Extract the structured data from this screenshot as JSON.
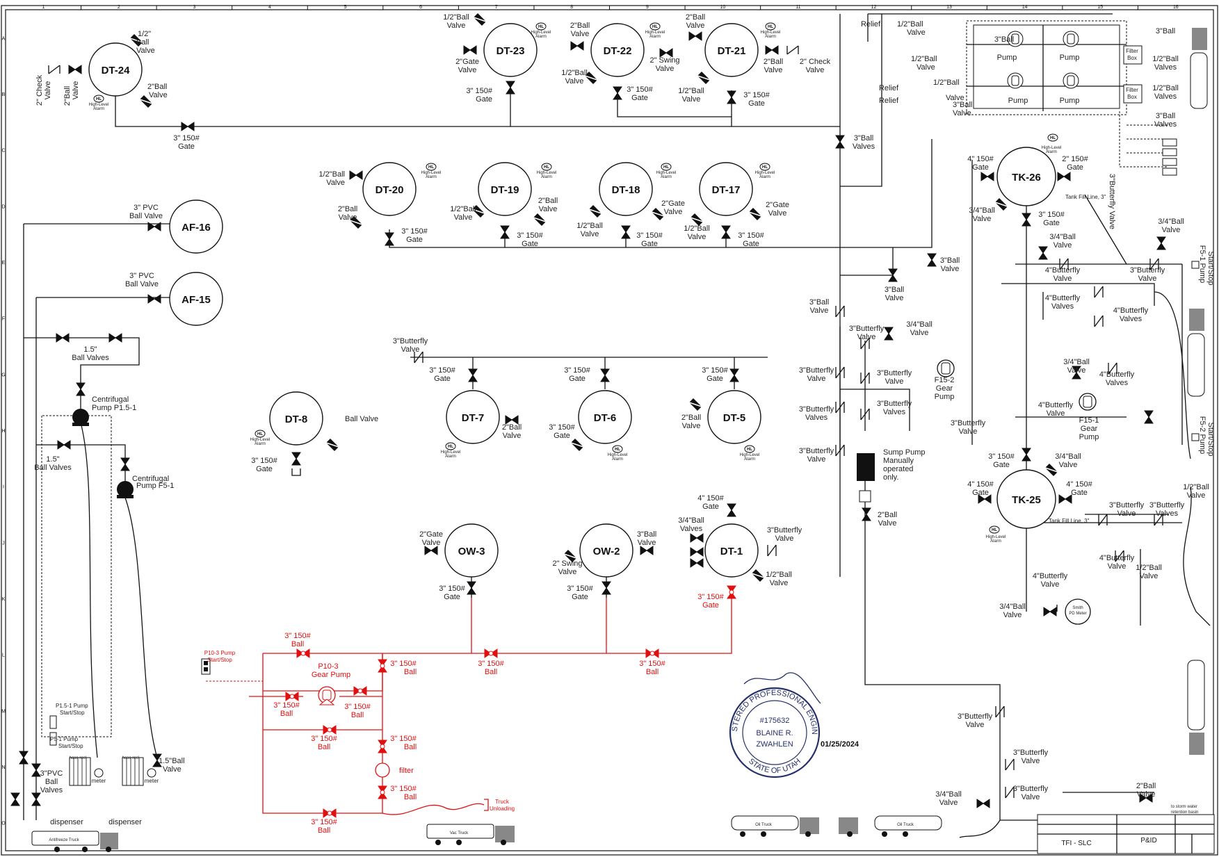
{
  "drawing": {
    "date": "01/25/2024",
    "title_block": {
      "site": "TFI - SLC",
      "drawing_type": "P&ID"
    },
    "stamp": {
      "license": "#175632",
      "name_line1": "BLAINE R.",
      "name_line2": "ZWAHLEN",
      "ring_top": "REGISTERED PROFESSIONAL ENGINEER",
      "ring_bottom": "STATE OF UTAH"
    },
    "border_cols": [
      "1",
      "2",
      "3",
      "4",
      "5",
      "6",
      "7",
      "8",
      "9",
      "10",
      "11",
      "12",
      "13",
      "14",
      "15",
      "16"
    ],
    "border_rows": [
      "A",
      "B",
      "C",
      "D",
      "E",
      "F",
      "G",
      "H",
      "I",
      "J",
      "K",
      "L",
      "M",
      "N",
      "O"
    ]
  },
  "tanks": {
    "dt24": "DT-24",
    "dt23": "DT-23",
    "dt22": "DT-22",
    "dt21": "DT-21",
    "dt20": "DT-20",
    "dt19": "DT-19",
    "dt18": "DT-18",
    "dt17": "DT-17",
    "af16": "AF-16",
    "af15": "AF-15",
    "dt8": "DT-8",
    "dt7": "DT-7",
    "dt6": "DT-6",
    "dt5": "DT-5",
    "ow3": "OW-3",
    "ow2": "OW-2",
    "dt1": "DT-1",
    "tk26": "TK-26",
    "tk25": "TK-25"
  },
  "labels": {
    "ball_half": "1/2\"Ball",
    "ball_half_sp": "1/2\" Ball",
    "valve": "Valve",
    "valves": "Valves",
    "ball": "Ball",
    "ball_2": "2\"Ball",
    "ball_3": "3\"Ball",
    "ball_34": "3/4\"Ball",
    "gate": "Gate",
    "gate_3_150": "3\"  150#",
    "gate_4_150": "4\"  150#",
    "gate_2": "2\"Gate",
    "gate_2_150": "2\"  150#",
    "check_2": "2\"  Check",
    "swing_2": "2\" Swing",
    "pvc_3": "3\"  PVC",
    "ball_valve": "Ball  Valve",
    "ball_valves_15": "1.5\"",
    "ball_valves_word": "Ball  Valves",
    "butterfly_3": "3\"Butterfly",
    "butterfly_4": "4\"Butterfly",
    "butterfly_3_word": "3\"Butterfly",
    "hl": "HL",
    "high_level": "High-Level",
    "alarm": "Alarm",
    "centrifugal": "Centrifugal",
    "pump_p151": "Pump  P1.5-1",
    "pump_f51": "Pump  F5-1",
    "relief": "Relief",
    "pump": "Pump",
    "filter_box": "Filter",
    "box": "Box",
    "tank_fill_3": "Tank Fill Line, 3\"",
    "butterfly_valve_vert": "3\"Butterfly Valve",
    "sump1": "Sump  Pump",
    "sump2": "Manually",
    "sump3": "operated",
    "sump4": "only.",
    "f15_2": "F15-2",
    "f15_1": "F15-1",
    "gear": "Gear",
    "gear_pump": "Gear  Pump",
    "smith1": "Smith",
    "smith2": "PD Meter",
    "p15_pump_ss": "P1.5-1 Pump",
    "p5_pump_ss": "P5-1 Pump",
    "start_stop": "Start/Stop",
    "p10_ss1": "P10-3 Pump",
    "p10_3": "P10-3",
    "hose_reel": "hose reel",
    "meter": "meter",
    "dispenser": "dispenser",
    "antifreeze_truck": "Antifreeze Truck",
    "vac_truck": "Vac Truck",
    "oil_truck": "Oil Truck",
    "filter": "filter",
    "truck": "Truck",
    "unloading": "Unloading",
    "ball_3_150": "3\"  150#",
    "one_half": "1/2\"",
    "butterfly_valves_3": "3\"Butterfly",
    "stormwater1": "to storm water",
    "stormwater2": "retention basin",
    "f5_2_pump": "F5-2 Pump",
    "f5_1_pump": "F5-1 Pump",
    "ball_half_valves": "1/2\"Ball",
    "pvc_ball": "3\"PVC",
    "ball_15": "1.5\"Ball",
    "valve_15": "1.5\""
  }
}
